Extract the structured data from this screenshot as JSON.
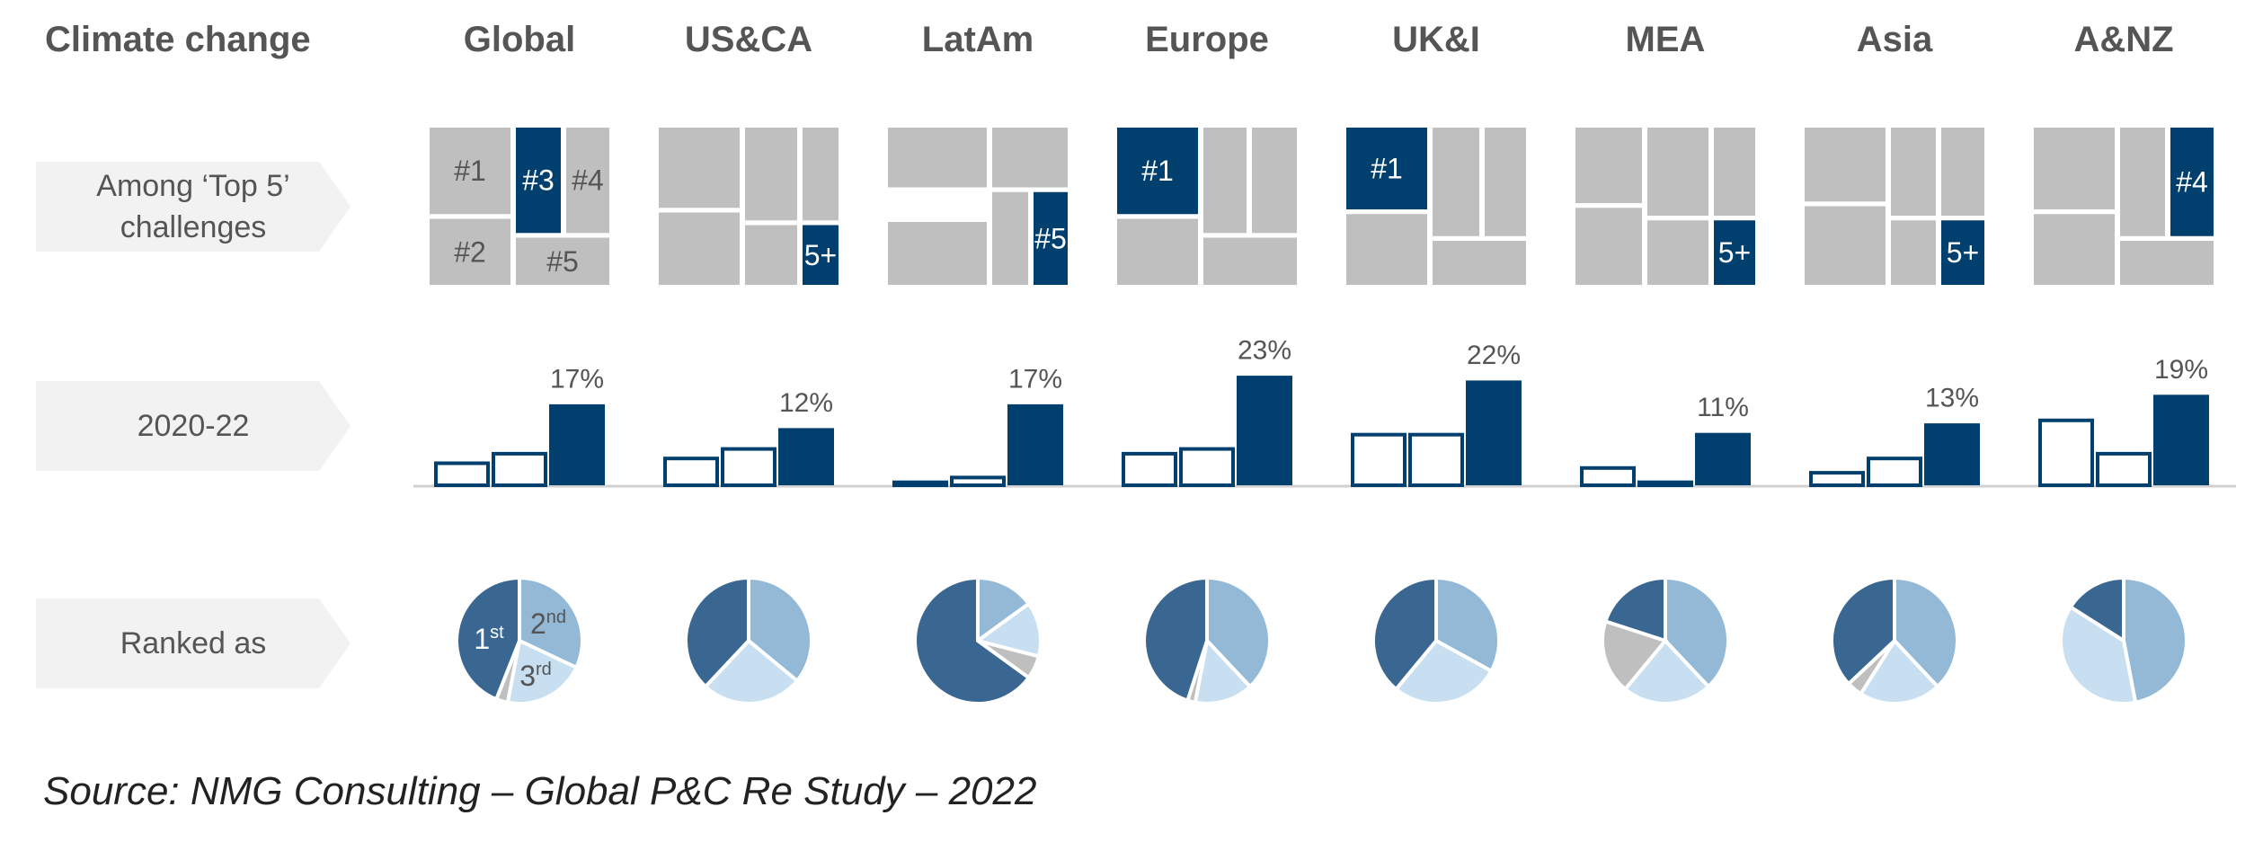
{
  "title": "Climate change",
  "row_labels": {
    "top5_line1": "Among ‘Top  5’",
    "top5_line2": "challenges",
    "years": "2020-22",
    "ranked": "Ranked as"
  },
  "source": "Source: NMG Consulting – Global P&C Re Study – 2022",
  "colors": {
    "navy": "#003f6e",
    "grey": "#bfbfbf",
    "pie_dark": "#3a6792",
    "pie_mid": "#93b9d6",
    "pie_light": "#c7dff0",
    "pie_grey": "#bfbfbf"
  },
  "regions": [
    "Global",
    "US&CA",
    "LatAm",
    "Europe",
    "UK&I",
    "MEA",
    "Asia",
    "A&NZ"
  ],
  "rank_labels": {
    "first": "1",
    "first_sup": "st",
    "second": "2",
    "second_sup": "nd",
    "third": "3",
    "third_sup": "rd"
  },
  "top5_treemaps": [
    {
      "region": "Global",
      "highlight": "#3",
      "labels": [
        "#1",
        "#3",
        "#4",
        "#2",
        "#5"
      ]
    },
    {
      "region": "US&CA",
      "highlight": "5+",
      "labels": [
        "5+"
      ]
    },
    {
      "region": "LatAm",
      "highlight": "#5",
      "labels": [
        "#5"
      ]
    },
    {
      "region": "Europe",
      "highlight": "#1",
      "labels": [
        "#1"
      ]
    },
    {
      "region": "UK&I",
      "highlight": "#1",
      "labels": [
        "#1"
      ]
    },
    {
      "region": "MEA",
      "highlight": "5+",
      "labels": [
        "5+"
      ]
    },
    {
      "region": "Asia",
      "highlight": "5+",
      "labels": [
        "5+"
      ]
    },
    {
      "region": "A&NZ",
      "highlight": "#4",
      "labels": [
        "#4"
      ]
    }
  ],
  "chart_data": [
    {
      "type": "bar",
      "categories": [
        "Global",
        "US&CA",
        "LatAm",
        "Europe",
        "UK&I",
        "MEA",
        "Asia",
        "A&NZ"
      ],
      "series_per_region": [
        {
          "region": "Global",
          "values": [
            5,
            7,
            17
          ],
          "label": "17%"
        },
        {
          "region": "US&CA",
          "values": [
            6,
            8,
            12
          ],
          "label": "12%"
        },
        {
          "region": "LatAm",
          "values": [
            1,
            2,
            17
          ],
          "label": "17%"
        },
        {
          "region": "Europe",
          "values": [
            7,
            8,
            23
          ],
          "label": "23%"
        },
        {
          "region": "UK&I",
          "values": [
            11,
            11,
            22
          ],
          "label": "22%"
        },
        {
          "region": "MEA",
          "values": [
            4,
            1,
            11
          ],
          "label": "11%"
        },
        {
          "region": "Asia",
          "values": [
            3,
            6,
            13
          ],
          "label": "13%"
        },
        {
          "region": "A&NZ",
          "values": [
            14,
            7,
            19
          ],
          "label": "19%"
        }
      ],
      "ylim": [
        0,
        25
      ]
    },
    {
      "type": "pie",
      "slice_order": [
        "2nd",
        "3rd",
        "other",
        "1st"
      ],
      "pies": [
        {
          "region": "Global",
          "values": [
            32,
            21,
            3,
            44
          ]
        },
        {
          "region": "US&CA",
          "values": [
            36,
            26,
            0,
            38
          ]
        },
        {
          "region": "LatAm",
          "values": [
            15,
            14,
            6,
            65
          ]
        },
        {
          "region": "Europe",
          "values": [
            38,
            15,
            2,
            45
          ]
        },
        {
          "region": "UK&I",
          "values": [
            33,
            28,
            0,
            39
          ]
        },
        {
          "region": "MEA",
          "values": [
            38,
            23,
            19,
            20
          ]
        },
        {
          "region": "Asia",
          "values": [
            38,
            21,
            4,
            37
          ]
        },
        {
          "region": "A&NZ",
          "values": [
            47,
            37,
            0,
            16
          ]
        }
      ]
    }
  ]
}
